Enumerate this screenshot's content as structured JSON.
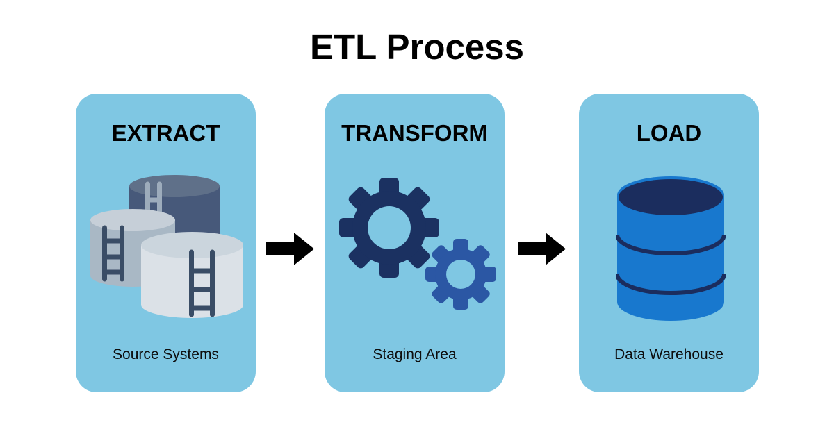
{
  "page": {
    "title": "ETL Process"
  },
  "colors": {
    "page-bg": "#ffffff",
    "card-bg": "#7fc7e3",
    "text": "#000000",
    "arrow": "#000000",
    "tank-dark-body": "#47597a",
    "tank-dark-top": "#5f7089",
    "tank-mid-body": "#a9b8c5",
    "tank-mid-top": "#c6cfd8",
    "tank-light-body": "#dbe1e7",
    "tank-light-top": "#cbd5dd",
    "ladder-dark": "#3a4d66",
    "ladder-light": "#9dacbc",
    "gear-large": "#1b3161",
    "gear-small": "#2b57a4",
    "db-body": "#1878ce",
    "db-top": "#1b2d5e"
  },
  "stages": [
    {
      "title": "EXTRACT",
      "label": "Source Systems",
      "icon": "storage-tanks-icon"
    },
    {
      "title": "TRANSFORM",
      "label": "Staging Area",
      "icon": "gears-icon"
    },
    {
      "title": "LOAD",
      "label": "Data Warehouse",
      "icon": "database-icon"
    }
  ],
  "arrows": [
    {
      "direction": "right"
    },
    {
      "direction": "right"
    }
  ]
}
